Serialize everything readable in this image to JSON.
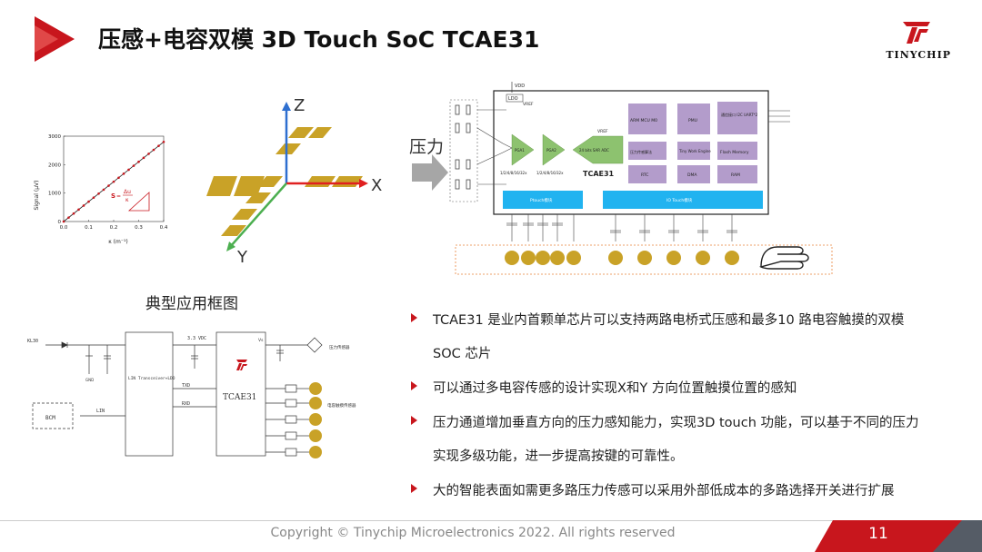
{
  "slide": {
    "title": "压感+电容双模 3D Touch SoC TCAE31",
    "brand": "TINYCHIP",
    "pressure_label": "压力",
    "typical_caption": "典型应用框图",
    "copyright": "Copyright © Tinychip Microelectronics 2022. All rights reserved",
    "page_number": "11"
  },
  "bullets": [
    {
      "line1": "TCAE31 是业内首颗单芯片可以支持两路电桥式压感和最多10 路电容触摸的双模",
      "line2": "SOC 芯片"
    },
    {
      "line1": "可以通过多电容传感的设计实现X和Y 方向位置触摸位置的感知",
      "line2": ""
    },
    {
      "line1": "压力通道增加垂直方向的压力感知能力，实现3D touch 功能，可以基于不同的压力",
      "line2": "实现多级功能，进一步提高按键的可靠性。"
    },
    {
      "line1": "大的智能表面如需更多路压力传感可以采用外部低成本的多路选择开关进行扩展",
      "line2": ""
    }
  ],
  "axes3d": {
    "z": "Z",
    "x": "X",
    "y": "Y"
  },
  "block_diagram": {
    "vdd": "VDD",
    "ldo": "LDO",
    "vref1": "VREF",
    "vref2": "VREF",
    "pga1": "PGA1",
    "pga2": "PGA2",
    "adc": "24 bits SAR ADC",
    "gain1": "1/2/4/8/16/32x",
    "gain2": "1/2/4/8/16/32x",
    "chip": "TCAE31",
    "arm": "ARM MCU M0",
    "pmu": "PMU",
    "comm": "通信接口\nI2C\nUART*2",
    "pressure_algo": "压力传感算法",
    "tiny_work": "Tiny Work\nEngine",
    "flash": "Flash Memory",
    "rtc": "RTC",
    "dma": "DMA",
    "ram": "RAM",
    "ptouch": "Ptouch模块",
    "io_touch": "IO Touch模块",
    "colors": {
      "accent_red": "#c8161d",
      "purple_block": "#b39ccb",
      "green_block": "#8dc26f",
      "blue_block": "#21b3f0",
      "gold_pad": "#c9a227"
    }
  },
  "app_diagram": {
    "kl30": "KL30",
    "vdc": "3.3 VDC",
    "lin_block": "LIN\nTransceiver+LDO",
    "txd": "TXD",
    "rxd": "RXD",
    "lin": "LIN",
    "bcm": "BCM",
    "chip": "TCAE31",
    "vs": "Vs",
    "gnd": "GND",
    "pressure_sensor": "压力传感器",
    "cap_sensor": "电容触摸传感器"
  },
  "chart_data": {
    "type": "scatter",
    "x": [
      0.0,
      0.02,
      0.04,
      0.06,
      0.08,
      0.1,
      0.12,
      0.14,
      0.16,
      0.18,
      0.2,
      0.22,
      0.24,
      0.26,
      0.28,
      0.3,
      0.32,
      0.34,
      0.36,
      0.38,
      0.4
    ],
    "y": [
      0,
      140,
      280,
      420,
      560,
      700,
      840,
      980,
      1120,
      1260,
      1400,
      1540,
      1680,
      1820,
      1960,
      2100,
      2240,
      2380,
      2520,
      2660,
      2800
    ],
    "xlabel": "κ (m⁻¹)",
    "ylabel": "Signal (μV)",
    "xlim": [
      0.0,
      0.4
    ],
    "ylim": [
      0,
      3000
    ],
    "xticks": [
      "0.0",
      "0.1",
      "0.2",
      "0.3",
      "0.4"
    ],
    "yticks": [
      "0",
      "1000",
      "2000",
      "3000"
    ],
    "annotation_s": "S",
    "annotation_eq": "=",
    "annotation_du": "Δu",
    "annotation_k": "κ",
    "grid": false,
    "point_color": "#c8161d",
    "line_color": "#222222"
  }
}
